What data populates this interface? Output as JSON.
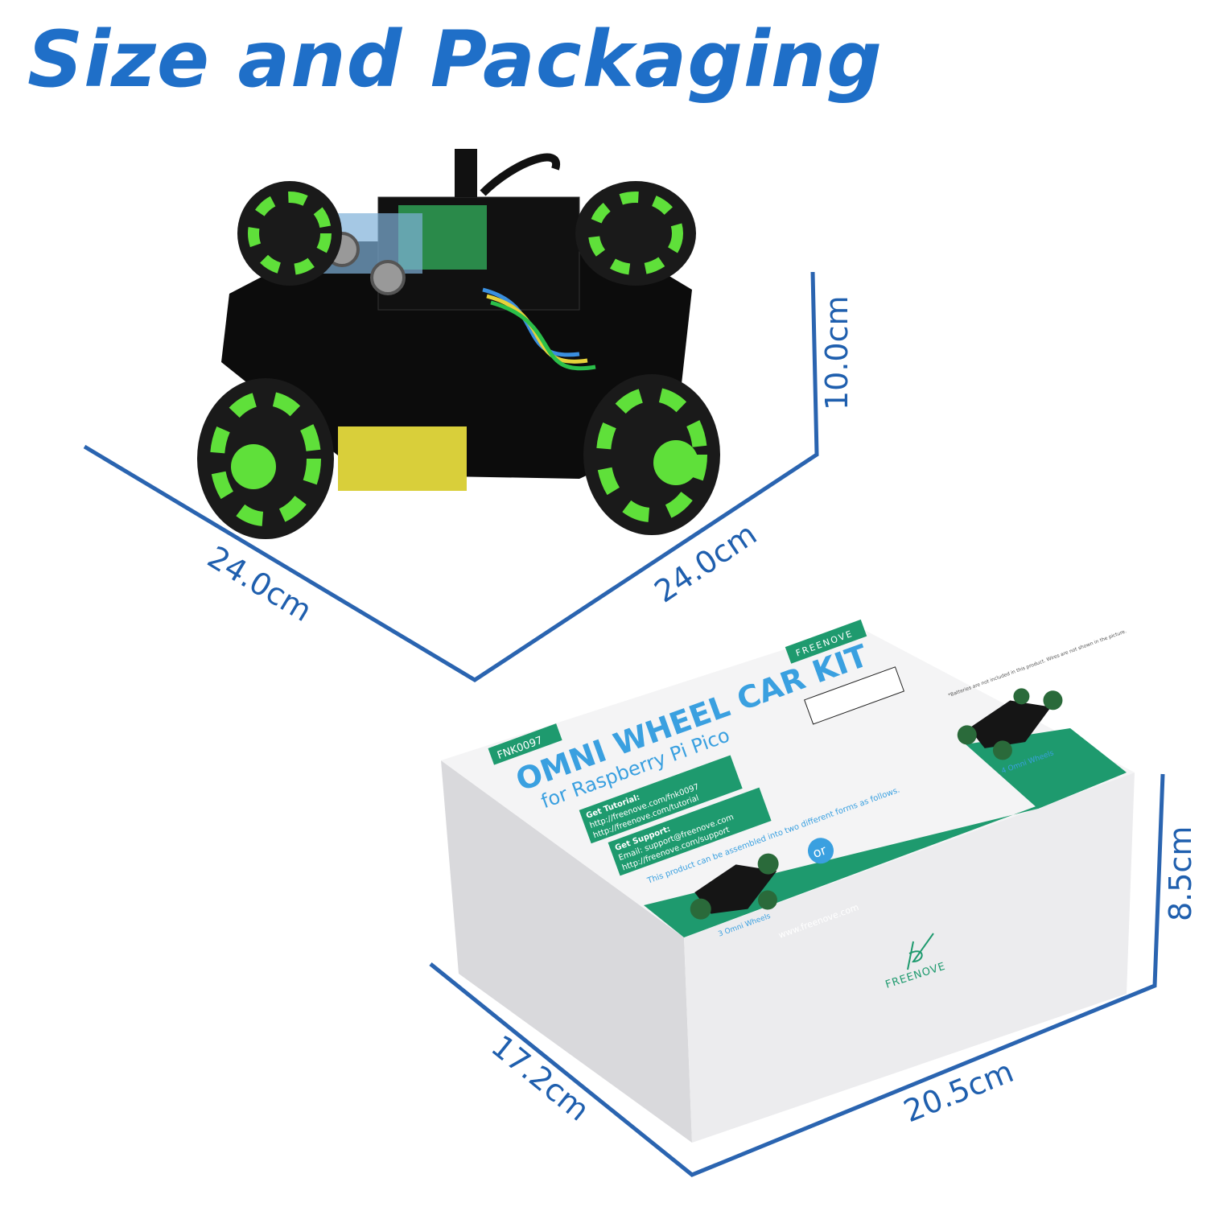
{
  "title": "Size and Packaging",
  "car": {
    "dimensions": {
      "length": "24.0cm",
      "width": "24.0cm",
      "height": "10.0cm"
    }
  },
  "box": {
    "dimensions": {
      "length": "17.2cm",
      "width": "20.5cm",
      "height": "8.5cm"
    },
    "model_badge": "FNK0097",
    "product_name": "OMNI WHEEL CAR KIT",
    "product_subtitle": "for Raspberry Pi Pico",
    "brand": "FREENOVE",
    "tutorial_heading": "Get Tutorial:",
    "tutorial_links": [
      "http://freenove.com/fnk0097",
      "http://freenove.com/tutorial"
    ],
    "support_heading": "Get Support:",
    "support_email": "Email: support@freenove.com",
    "support_link": "http://freenove.com/support",
    "assembly_note": "This product can be assembled into two different forms as follows.",
    "or_label": "or",
    "form_3": "3 Omni Wheels",
    "form_4": "4 Omni Wheels",
    "battery_note": "*Batteries are not included in this product. Wires are not shown in the picture.",
    "website": "www.freenove.com"
  },
  "colors": {
    "title": "#1f6fc8",
    "dimension_line": "#2a64b0",
    "box_green": "#1e9a6e",
    "wheel_green": "#5fe03a"
  }
}
